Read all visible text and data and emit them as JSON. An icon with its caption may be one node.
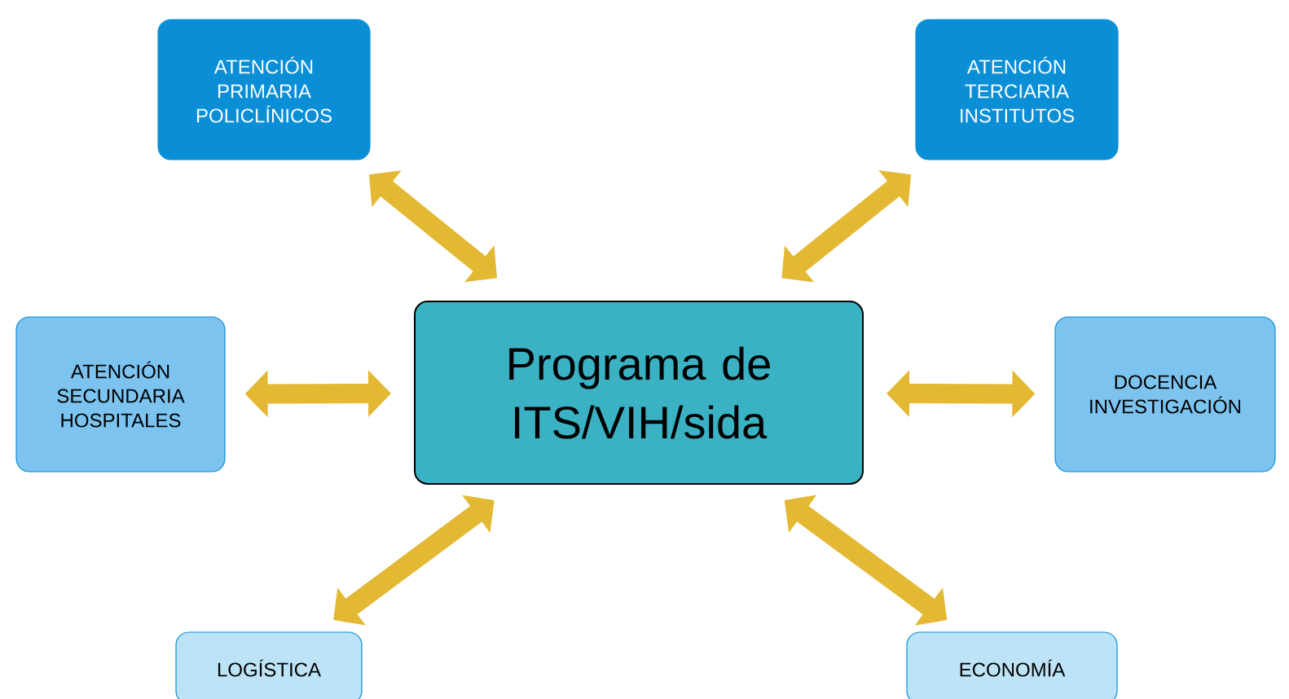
{
  "diagram": {
    "nodes": [
      {
        "text": [
          "Programa de ITS/VIH/sida"
        ]
      },
      {
        "text": [
          "ATENCIÓN PRIMARIA POLICLÍNICOS"
        ]
      },
      {
        "text": [
          "ATENCIÓN TERCIARIA INSTITUTOS"
        ]
      },
      {
        "text": [
          "ATENCIÓN SECUNDARIA HOSPITALES"
        ]
      },
      {
        "text": [
          "DOCENCIA INVESTIGACIÓN"
        ]
      },
      {
        "text": [
          "LOGÍSTICA"
        ]
      },
      {
        "text": [
          "ECONOMÍA"
        ]
      }
    ],
    "edges": [
      {
        "from": 0,
        "to": 1,
        "arrow": "both"
      },
      {
        "from": 0,
        "to": 2,
        "arrow": "both"
      },
      {
        "from": 0,
        "to": 3,
        "arrow": "both"
      },
      {
        "from": 0,
        "to": 4,
        "arrow": "both"
      },
      {
        "from": 0,
        "to": 5,
        "arrow": "both"
      },
      {
        "from": 0,
        "to": 6,
        "arrow": "both"
      }
    ]
  }
}
